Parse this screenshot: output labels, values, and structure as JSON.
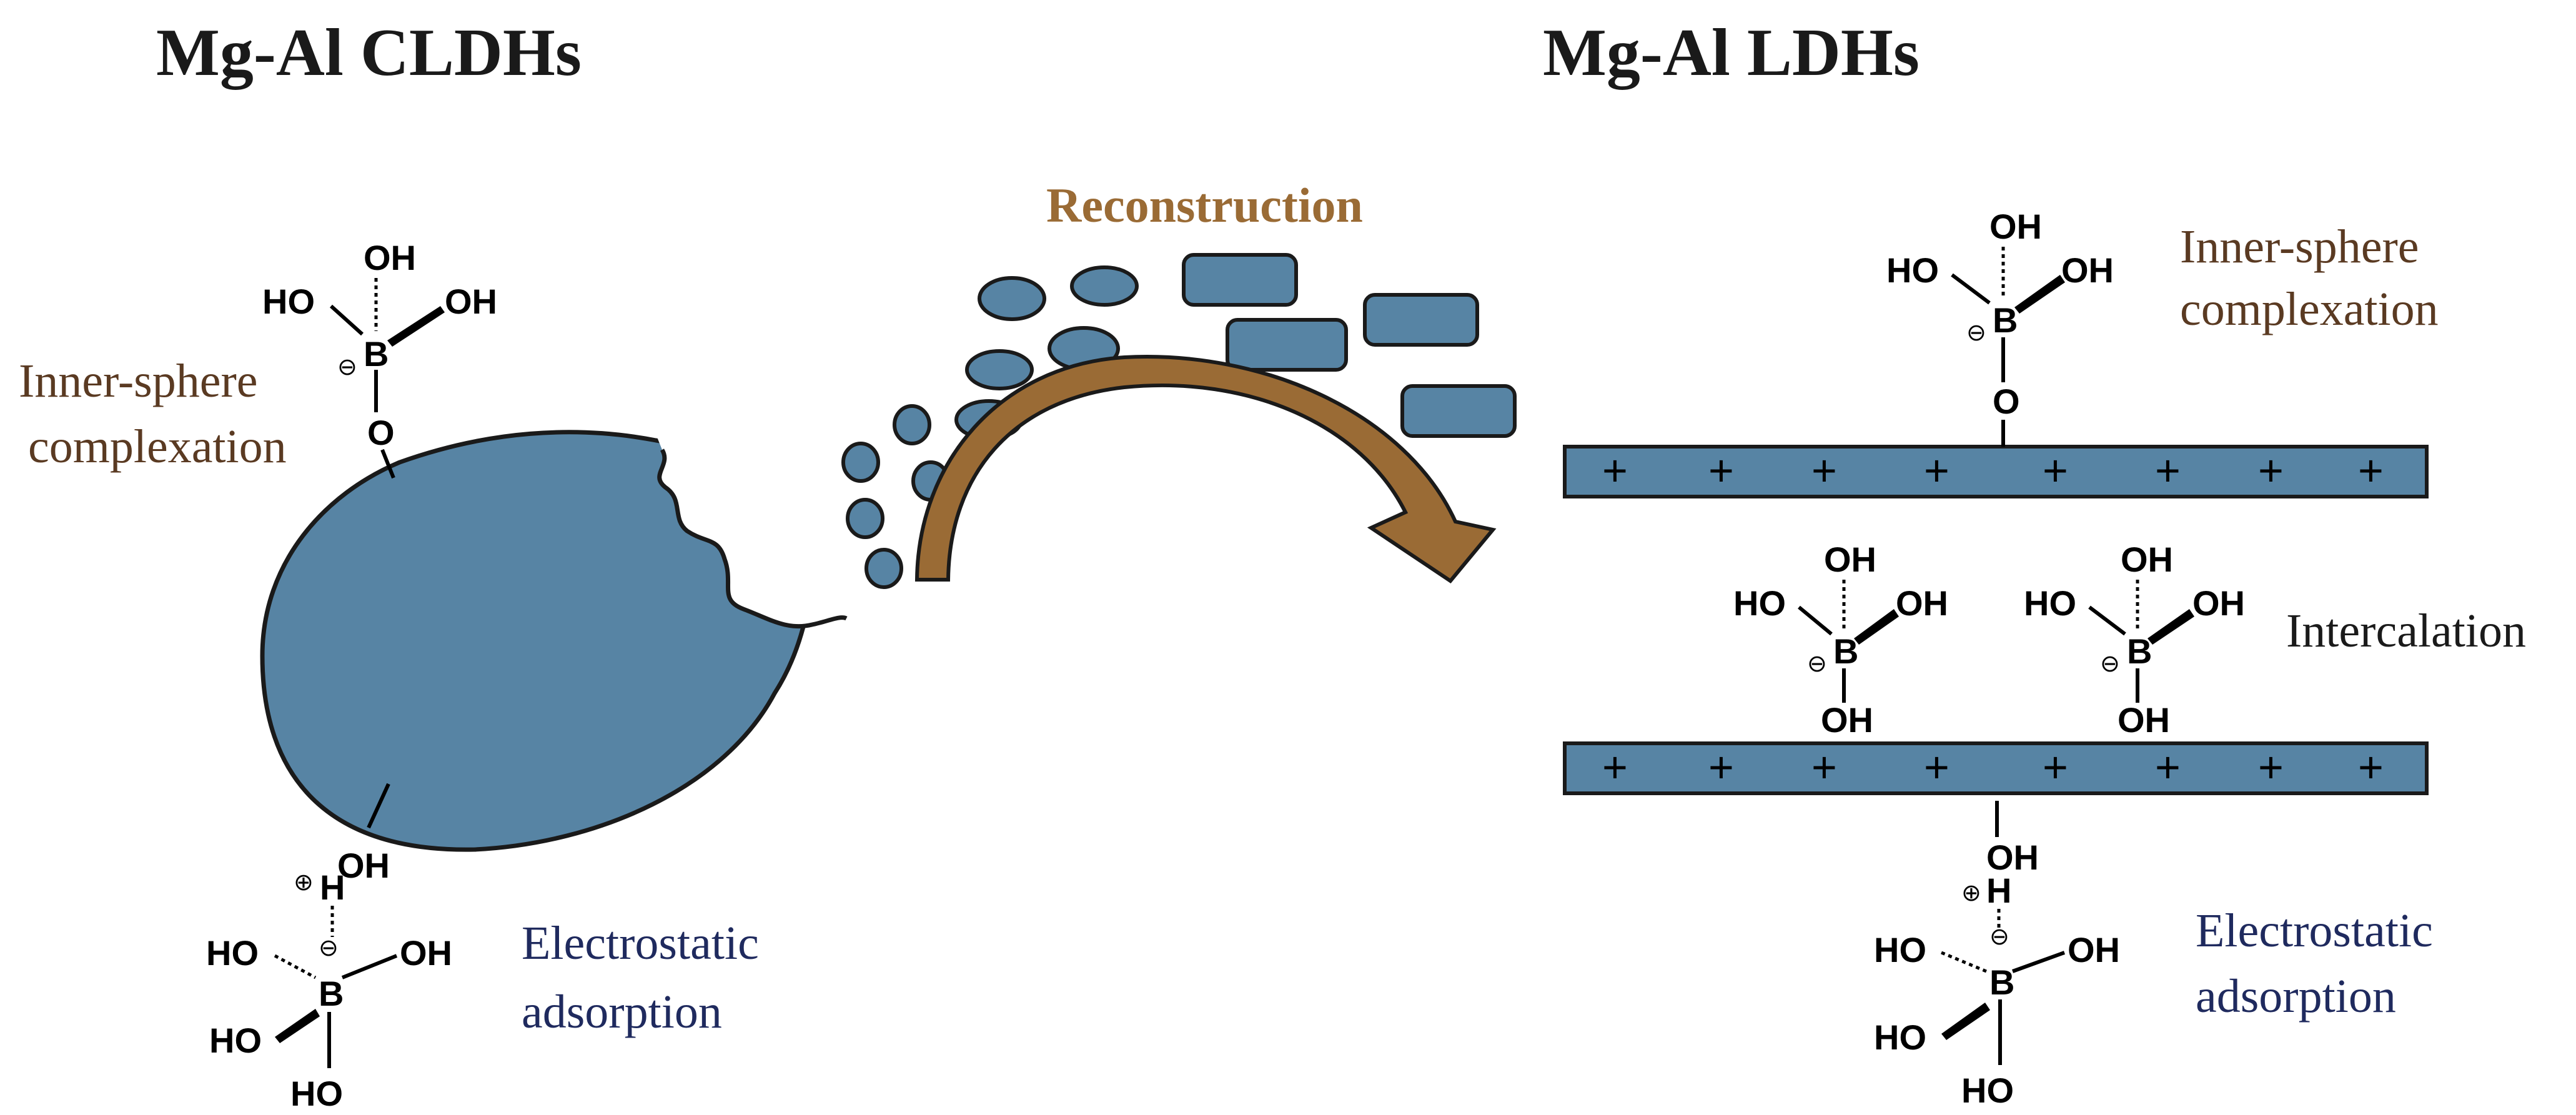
{
  "titles": {
    "left": "Mg-Al CLDHs",
    "right": "Mg-Al LDHs"
  },
  "process": {
    "label": "Reconstruction"
  },
  "labels": {
    "left_inner": [
      "Inner-sphere",
      "complexation"
    ],
    "left_electro": [
      "Electrostatic",
      "adsorption"
    ],
    "right_inner": [
      "Inner-sphere",
      "complexation"
    ],
    "right_intercalation": "Intercalation",
    "right_electro": [
      "Electrostatic",
      "adsorption"
    ]
  },
  "chem": {
    "oh": "OH",
    "ho": "HO",
    "b": "B",
    "o": "O",
    "h": "H",
    "minus": "⊖",
    "plus": "⊕"
  },
  "layer": {
    "plus_sign": "+"
  },
  "colors": {
    "particle_fill": "#5784a4",
    "outline": "#1a1a1a",
    "arrow": "#9a6b35",
    "brown_text": "#5a3a22",
    "blue_text": "#1f2a5e"
  }
}
